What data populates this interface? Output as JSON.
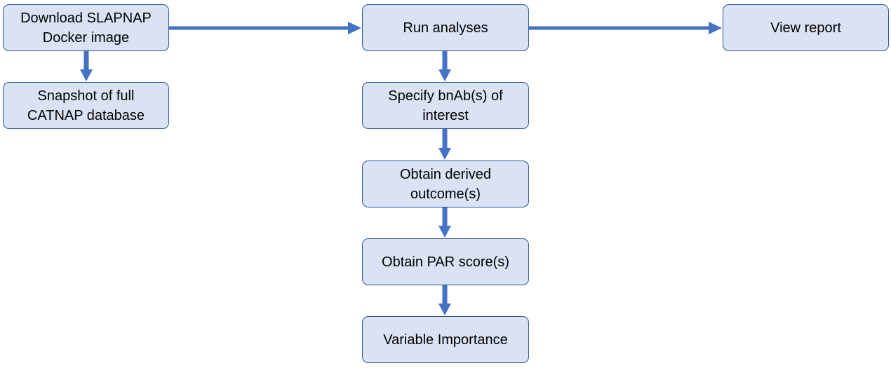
{
  "colors": {
    "node_fill": "#dae3f3",
    "node_border": "#2f5597",
    "arrow": "#4472c4"
  },
  "nodes": {
    "download": "Download SLAPNAP\nDocker image",
    "snapshot": "Snapshot of full\nCATNAP database",
    "run": "Run analyses",
    "view": "View report",
    "specify": "Specify bnAb(s) of\ninterest",
    "derived": "Obtain derived\noutcome(s)",
    "par": "Obtain PAR score(s)",
    "varimp": "Variable Importance"
  }
}
